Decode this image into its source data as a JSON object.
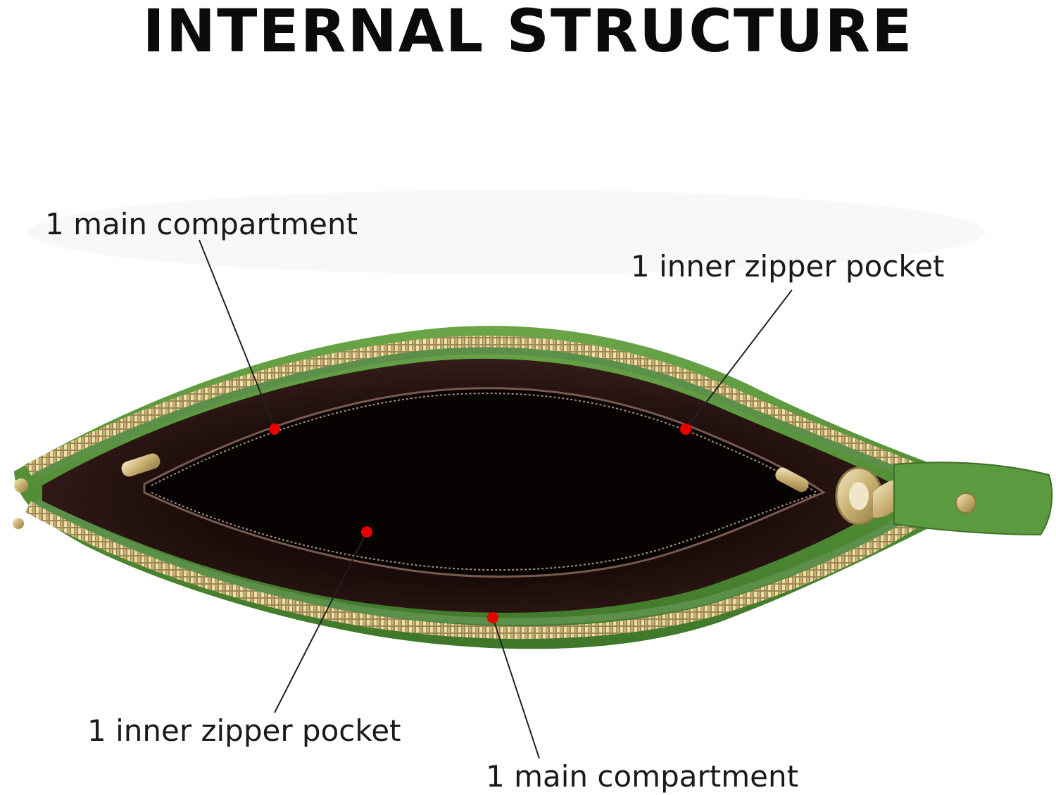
{
  "title": "INTERNAL STRUCTURE",
  "callouts": {
    "main_compartment_upper": "1 main compartment",
    "inner_pocket_upper": "1 inner zipper pocket",
    "inner_pocket_lower": "1 inner zipper pocket",
    "main_compartment_lower": "1 main compartment"
  },
  "colors": {
    "leather_green": "#4e8a33",
    "leather_highlight": "#6aa548",
    "lining_brown": "#2a1512",
    "lining_dark": "#140807",
    "zipper_gold": "#d7c184",
    "marker_red": "#e60000",
    "leader_line": "#222222"
  },
  "icons": {
    "marker": "red-dot-icon",
    "zipper_pull": "zipper-pull-icon",
    "rivet": "metal-rivet-icon"
  }
}
